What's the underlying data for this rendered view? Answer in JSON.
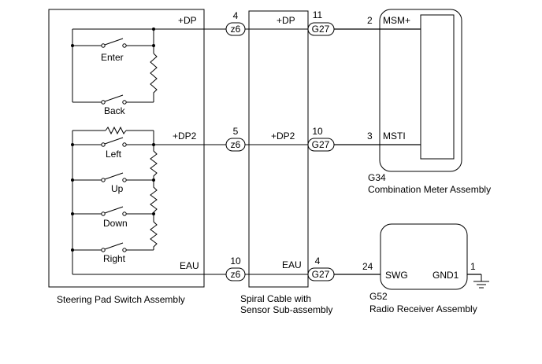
{
  "components": {
    "steering_pad": {
      "label": "Steering Pad Switch Assembly"
    },
    "spiral_cable": {
      "label_line1": "Spiral Cable with",
      "label_line2": "Sensor Sub-assembly"
    },
    "combination_meter": {
      "code": "G34",
      "label": "Combination Meter Assembly"
    },
    "radio_receiver": {
      "code": "G52",
      "label": "Radio Receiver Assembly"
    }
  },
  "switches": {
    "enter": "Enter",
    "back": "Back",
    "left": "Left",
    "up": "Up",
    "down": "Down",
    "right": "Right"
  },
  "circuits": [
    {
      "pad_terminal": "+DP",
      "z6_pin": "4",
      "z6_connector": "z6",
      "spiral_out_terminal": "+DP",
      "g27_pin": "11",
      "g27_connector": "G27",
      "device_pin": "2",
      "device_terminal": "MSM+"
    },
    {
      "pad_terminal": "+DP2",
      "z6_pin": "5",
      "z6_connector": "z6",
      "spiral_out_terminal": "+DP2",
      "g27_pin": "10",
      "g27_connector": "G27",
      "device_pin": "3",
      "device_terminal": "MSTI"
    },
    {
      "pad_terminal": "EAU",
      "z6_pin": "10",
      "z6_connector": "z6",
      "spiral_out_terminal": "EAU",
      "g27_pin": "4",
      "g27_connector": "G27",
      "device_pin": "24",
      "device_terminal": "SWG"
    }
  ],
  "radio_ground": {
    "terminal": "GND1",
    "pin": "1"
  }
}
